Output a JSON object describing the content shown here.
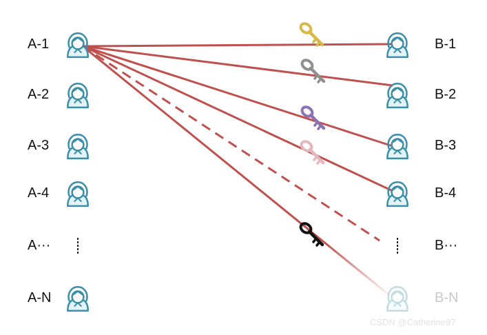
{
  "left_nodes": [
    {
      "label": "A-1",
      "icon": "user-avatar-icon"
    },
    {
      "label": "A-2",
      "icon": "user-avatar-icon"
    },
    {
      "label": "A-3",
      "icon": "user-avatar-icon"
    },
    {
      "label": "A-4",
      "icon": "user-avatar-icon"
    },
    {
      "label": "A···",
      "icon": "vertical-ellipsis"
    },
    {
      "label": "A-N",
      "icon": "user-avatar-icon"
    }
  ],
  "right_nodes": [
    {
      "label": "B-1",
      "icon": "user-avatar-icon"
    },
    {
      "label": "B-2",
      "icon": "user-avatar-icon"
    },
    {
      "label": "B-3",
      "icon": "user-avatar-icon"
    },
    {
      "label": "B-4",
      "icon": "user-avatar-icon"
    },
    {
      "label": "B···",
      "icon": "vertical-ellipsis"
    },
    {
      "label": "B-N",
      "icon": "user-avatar-icon"
    }
  ],
  "connections": [
    {
      "from": "A-1",
      "to": "B-1",
      "style": "solid",
      "key_color": "#d9b84a"
    },
    {
      "from": "A-1",
      "to": "B-2",
      "style": "solid",
      "key_color": "#8f8f8f"
    },
    {
      "from": "A-1",
      "to": "B-3",
      "style": "solid",
      "key_color": "#8a72b5"
    },
    {
      "from": "A-1",
      "to": "B-4",
      "style": "solid",
      "key_color": "#e2b7bd"
    },
    {
      "from": "A-1",
      "to": "B···",
      "style": "dashed"
    },
    {
      "from": "A-1",
      "to": "B-N",
      "style": "solid-fading",
      "key_color": "#111111"
    }
  ],
  "colors": {
    "line": "#c0504d",
    "avatar": "#3a8fa8",
    "avatar_fill": "#e3f2f7"
  },
  "watermark": "CSDN @Catherine97"
}
